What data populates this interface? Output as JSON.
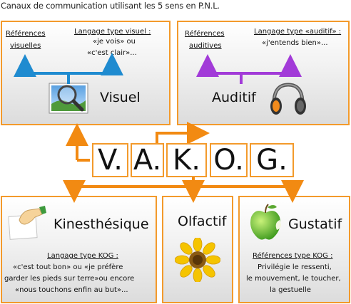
{
  "title": "Canaux de communication utilisant les 5 sens en P.N.L.",
  "vakog": {
    "cells": [
      "V.",
      "A.",
      "K.",
      "O.",
      "G."
    ]
  },
  "visuel": {
    "name": "Visuel",
    "left_label_1": "Références",
    "left_label_2": "visuelles",
    "right_title": "Langage type visuel :",
    "right_line_1": "«je vois» ou",
    "right_line_2": "«c'est clair»..."
  },
  "auditif": {
    "name": "Auditif",
    "left_label_1": "Références",
    "left_label_2": "auditives",
    "right_title": "Langage type «auditif» :",
    "right_line_1": "«j'entends bien»..."
  },
  "kine": {
    "name": "Kinesthésique",
    "title": "Langage type KOG :",
    "line_1": "«c'est tout bon» ou «je préfère",
    "line_2": "garder les pieds sur terre»ou encore",
    "line_3": "«nous touchons enfin au but»..."
  },
  "olfactif": {
    "name": "Olfactif"
  },
  "gustatif": {
    "name": "Gustatif",
    "title": "Références type KOG :",
    "line_1": "Privilégie le ressenti,",
    "line_2": "le mouvement, le toucher,",
    "line_3": "la gestuelle"
  },
  "colors": {
    "border": "#f39a2b",
    "visuel_arrow": "#1f8bd0",
    "auditif_arrow": "#a23bd8",
    "connector": "#f28a12"
  },
  "icons": [
    "magnifier-photo-icon",
    "headphones-icon",
    "hand-paper-icon",
    "sunflower-icon",
    "apple-icon"
  ]
}
